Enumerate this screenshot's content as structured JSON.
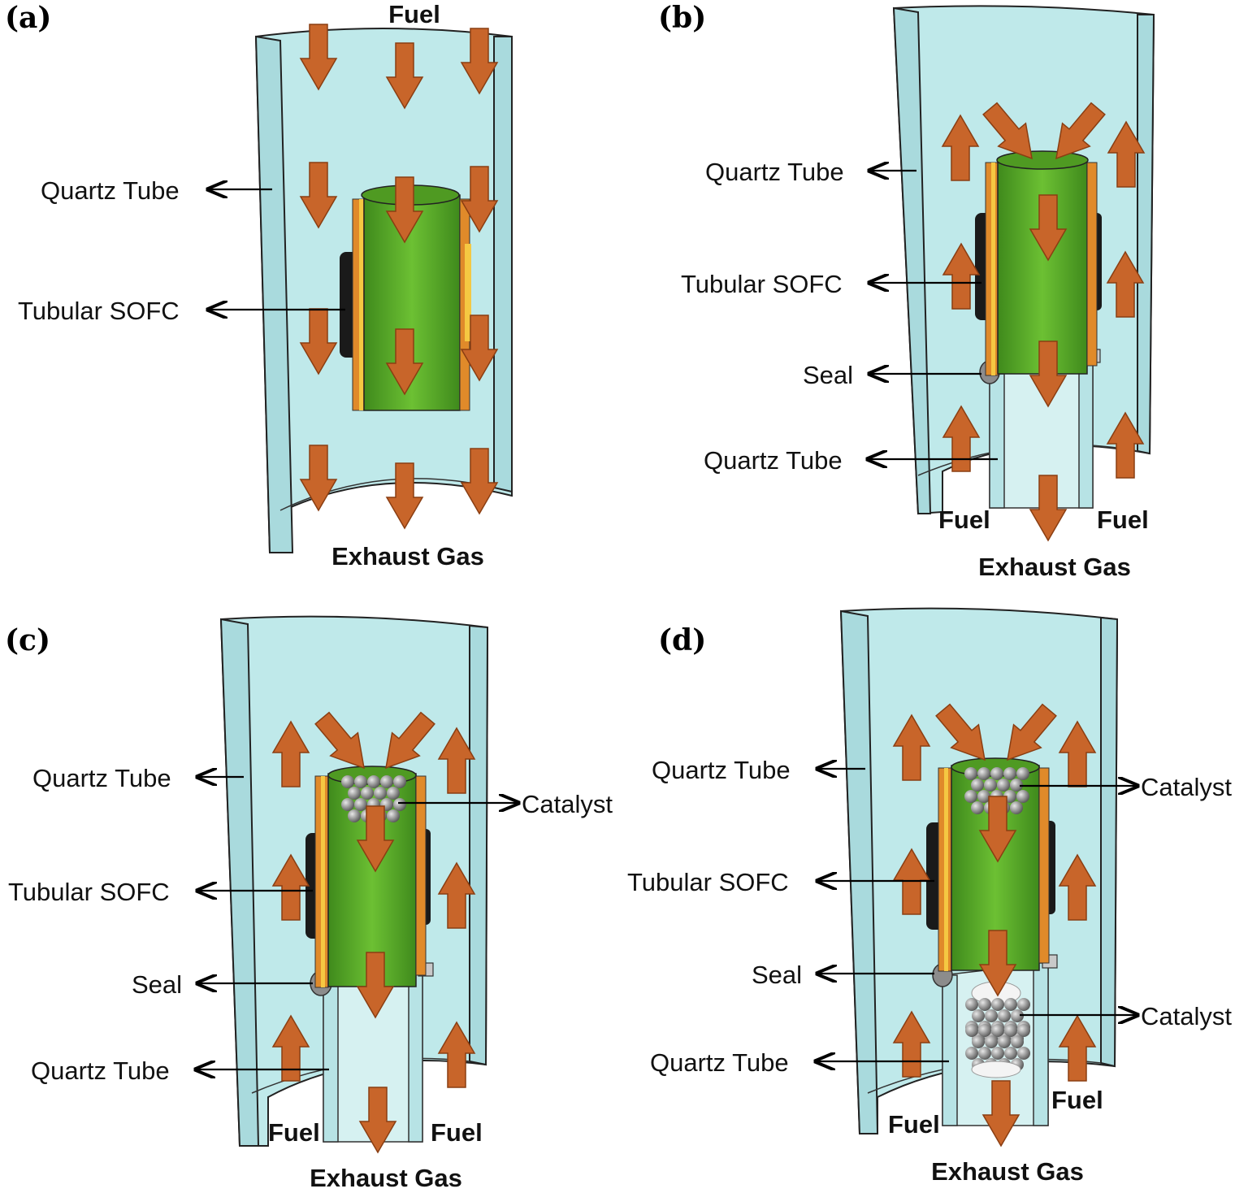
{
  "panels": {
    "a": {
      "letter": "(a)",
      "top": "Fuel",
      "bottom": "Exhaust Gas",
      "quartz": "Quartz Tube",
      "sofc": "Tubular SOFC"
    },
    "b": {
      "letter": "(b)",
      "quartz": "Quartz Tube",
      "sofc": "Tubular SOFC",
      "seal": "Seal",
      "quartz2": "Quartz Tube",
      "fuel_left": "Fuel",
      "fuel_right": "Fuel",
      "bottom": "Exhaust Gas"
    },
    "c": {
      "letter": "(c)",
      "quartz": "Quartz Tube",
      "catalyst": "Catalyst",
      "sofc": "Tubular SOFC",
      "seal": "Seal",
      "quartz2": "Quartz Tube",
      "fuel_left": "Fuel",
      "fuel_right": "Fuel",
      "bottom": "Exhaust Gas"
    },
    "d": {
      "letter": "(d)",
      "quartz": "Quartz Tube",
      "catalyst": "Catalyst",
      "sofc": "Tubular SOFC",
      "seal": "Seal",
      "catalyst2": "Catalyst",
      "quartz2": "Quartz Tube",
      "fuel_left": "Fuel",
      "fuel_right": "Fuel",
      "bottom": "Exhaust Gas"
    }
  },
  "colors": {
    "glass": "#bfe9ea",
    "sofc_green": "#5aa62a",
    "sofc_orange": "#e08a2a",
    "electrode_black": "#1a1a1a",
    "flow_arrow": "#c8652a",
    "catalyst_grey": "#8a8a8a"
  }
}
